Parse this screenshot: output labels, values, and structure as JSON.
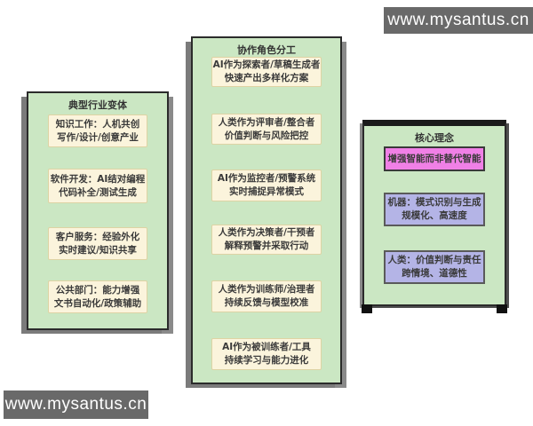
{
  "watermark": {
    "text": "www.mysantus.cn"
  },
  "colors": {
    "panel_fill": "#cbe7c3",
    "panel_border": "#2b2b2b",
    "box_fill": "#fbf4dc",
    "box_border": "#ded3a4",
    "pink_fill": "#f080e6",
    "purple_fill": "#b4b4e6",
    "shadow": "#7b7b7b",
    "watermark_bg": "#696969",
    "watermark_text": "#ffffff"
  },
  "panels": [
    {
      "title": "典型行业变体",
      "boxes": [
        {
          "lines": [
            "知识工作：人机共创",
            "写作/设计/创意产业"
          ]
        },
        {
          "lines": [
            "软件开发：AI结对编程",
            "代码补全/测试生成"
          ]
        },
        {
          "lines": [
            "客户服务：经验外化",
            "实时建议/知识共享"
          ]
        },
        {
          "lines": [
            "公共部门：能力增强",
            "文书自动化/政策辅助"
          ]
        }
      ]
    },
    {
      "title": "协作角色分工",
      "boxes": [
        {
          "lines": [
            "AI作为探索者/草稿生成者",
            "快速产出多样化方案"
          ]
        },
        {
          "lines": [
            "人类作为评审者/整合者",
            "价值判断与风险把控"
          ]
        },
        {
          "lines": [
            "AI作为监控者/预警系统",
            "实时捕捉异常模式"
          ]
        },
        {
          "lines": [
            "人类作为决策者/干预者",
            "解释预警并采取行动"
          ]
        },
        {
          "lines": [
            "人类作为训练师/治理者",
            "持续反馈与模型校准"
          ]
        },
        {
          "lines": [
            "AI作为被训练者/工具",
            "持续学习与能力进化"
          ]
        }
      ]
    },
    {
      "title": "核心理念",
      "boxes": [
        {
          "lines": [
            "增强智能而非替代智能"
          ],
          "variant": "pink"
        },
        {
          "lines": [
            "机器：模式识别与生成",
            "规模化、高速度"
          ],
          "variant": "purple"
        },
        {
          "lines": [
            "人类：价值判断与责任",
            "跨情境、道德性"
          ],
          "variant": "purple"
        }
      ]
    }
  ]
}
